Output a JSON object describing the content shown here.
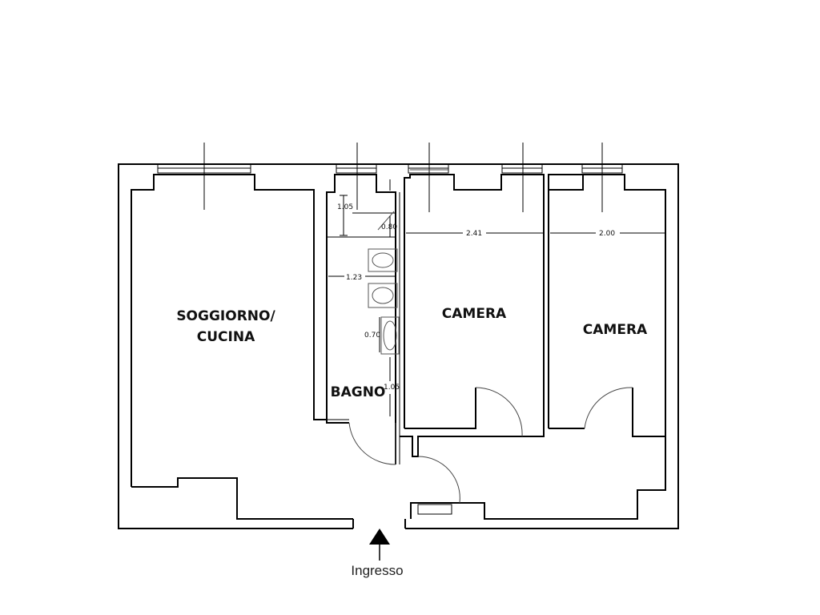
{
  "rooms": {
    "living_line1": "SOGGIORNO/",
    "living_line2": "CUCINA",
    "bathroom": "BAGNO",
    "bedroom_1": "CAMERA",
    "bedroom_2": "CAMERA"
  },
  "dimensions": {
    "bath_top": "1.05",
    "bath_shower": "0.80",
    "bath_width": "1.23",
    "bath_sink": "0.70",
    "bath_bottom": "1.05",
    "bedroom_1_width": "2.41",
    "bedroom_2_width": "2.00"
  },
  "entrance": {
    "label": "Ingresso"
  }
}
